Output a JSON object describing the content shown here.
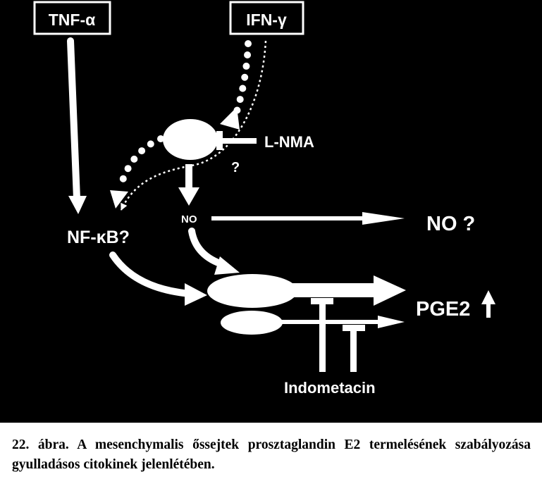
{
  "diagram": {
    "inputs": {
      "tnf": "TNF-α",
      "ifn": "IFN-γ"
    },
    "inhibitors": {
      "lnma": "L-NMA",
      "indometacin": "Indometacin"
    },
    "nodes": {
      "nfkb": "NF-κB?",
      "no_small": "NO",
      "no_question": "NO ?",
      "pge2": "PGE2",
      "question": "?"
    }
  },
  "caption": {
    "text": "22. ábra. A mesenchymalis őssejtek prosztaglandin E2 termelésének szabályozása gyulladásos citokinek jelenlétében."
  },
  "colors": {
    "background": "#000000",
    "foreground": "#ffffff",
    "page": "#ffffff",
    "caption_text": "#000000"
  }
}
